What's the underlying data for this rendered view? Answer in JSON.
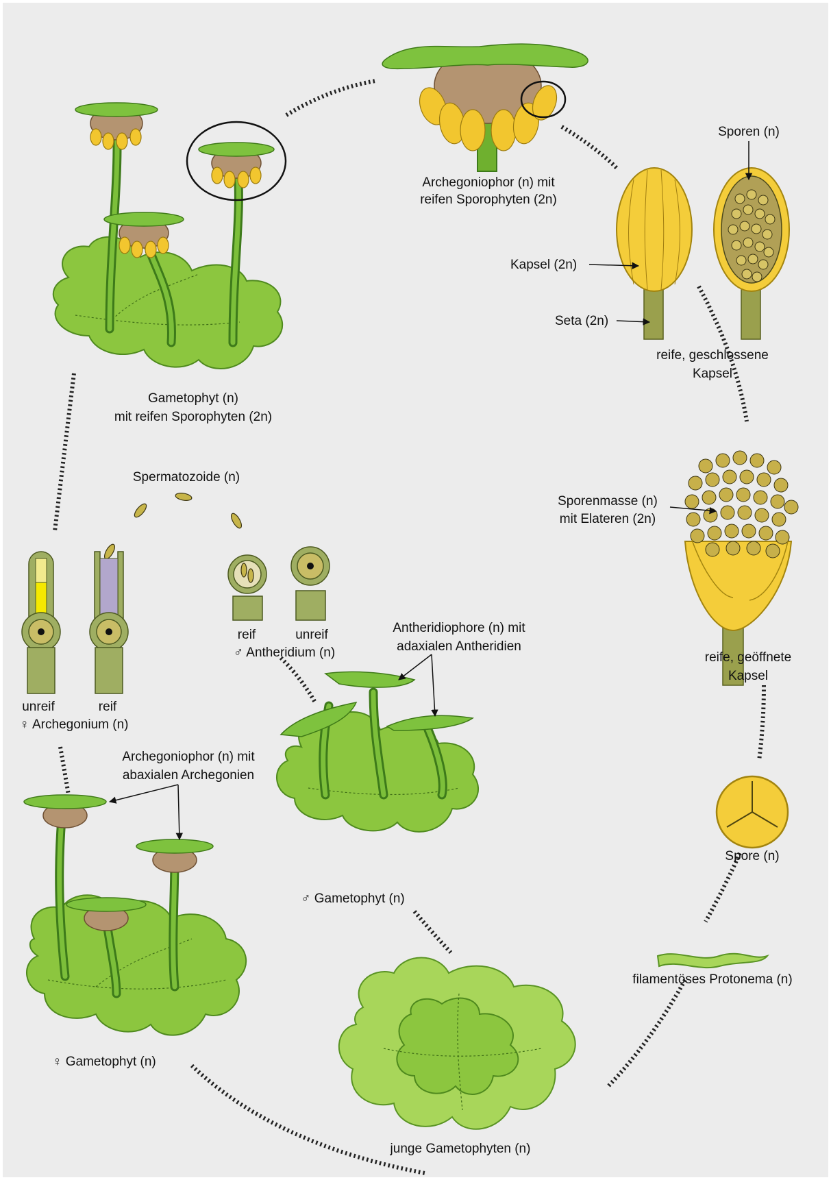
{
  "labels": {
    "archegoniophor_reif": [
      "Archegoniophor (n) mit",
      "reifen Sporophyten (2n)"
    ],
    "sporen": "Sporen (n)",
    "kapsel": "Kapsel (2n)",
    "seta": "Seta (2n)",
    "reife_geschlossene": [
      "reife, geschlossene",
      "Kapsel"
    ],
    "gametophyt_reif": [
      "Gametophyt (n)",
      "mit reifen Sporophyten (2n)"
    ],
    "spermatozoide": "Spermatozoide (n)",
    "sporenmasse": [
      "Sporenmasse (n)",
      "mit Elateren (2n)"
    ],
    "antheridium_reif": "reif",
    "antheridium_unreif": "unreif",
    "antheridium": "♂ Antheridium (n)",
    "antheridiophore": [
      "Antheridiophore (n) mit",
      "adaxialen Antheridien"
    ],
    "reife_geoeffnete": [
      "reife, geöffnete",
      "Kapsel"
    ],
    "archegonium_unreif": "unreif",
    "archegonium_reif": "reif",
    "archegonium": "♀ Archegonium (n)",
    "archegoniophor_abaxial": [
      "Archegoniophor (n) mit",
      "abaxialen Archegonien"
    ],
    "spore": "Spore (n)",
    "male_gametophyt": "♂ Gametophyt (n)",
    "protonema": "filamentöses Protonema (n)",
    "female_gametophyt": "♀ Gametophyt (n)",
    "junge_gametophyten": "junge Gametophyten (n)"
  },
  "colors": {
    "background": "#ececec",
    "thallus_green": "#8cc63f",
    "capsule_yellow": "#f4cd3a",
    "cap_brown": "#b49471",
    "cycle_line": "#222222"
  }
}
